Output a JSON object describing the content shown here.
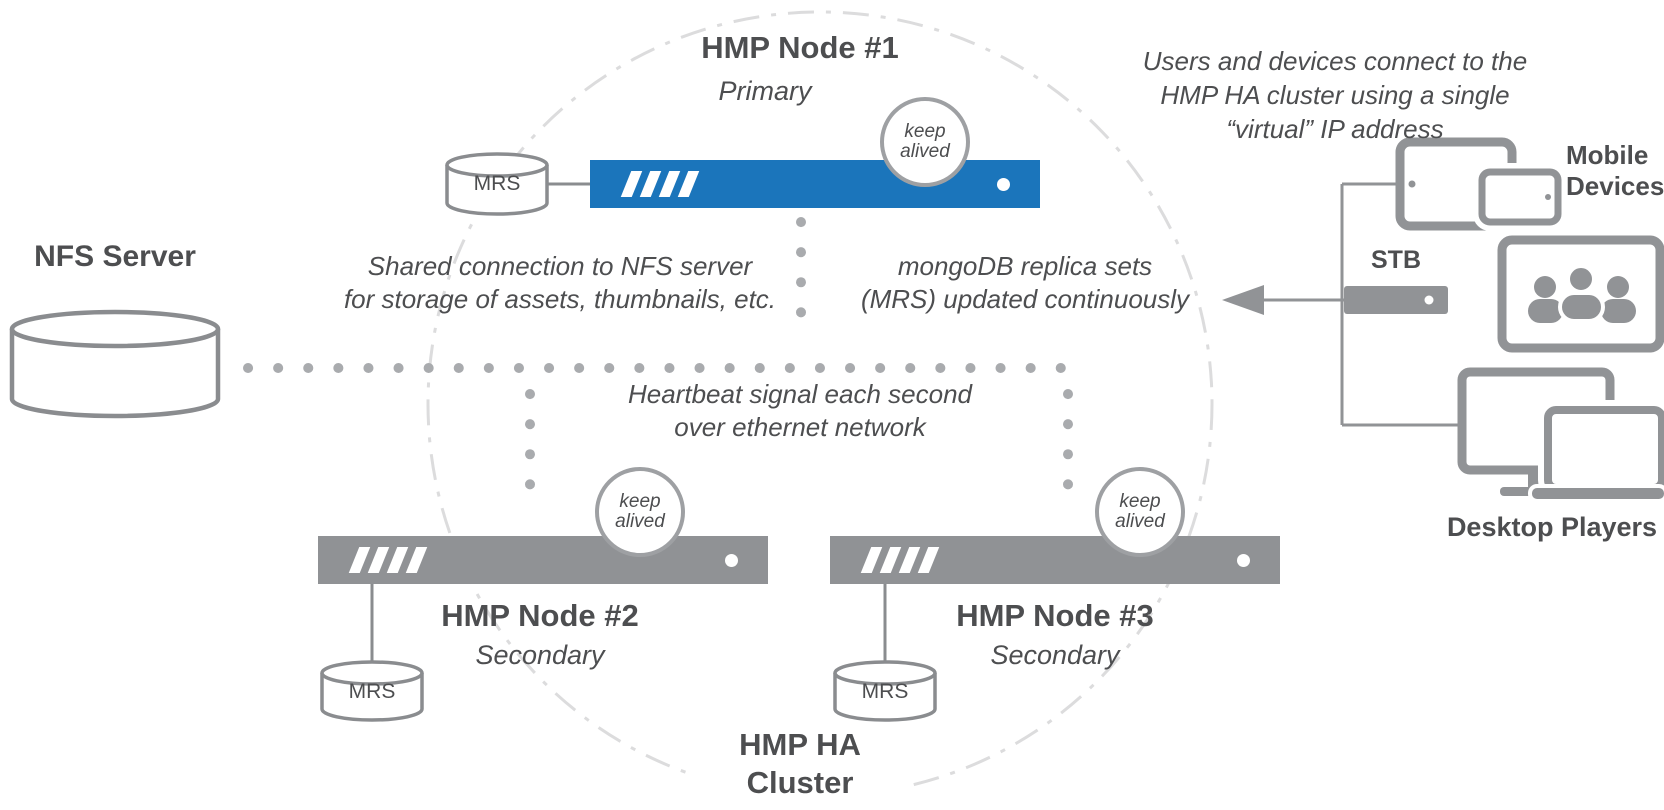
{
  "colors": {
    "blue": "#1b75bb",
    "bar_gray": "#909295",
    "icon_gray": "#919396",
    "dot_gray": "#a9abae",
    "circle_gray": "#dcdcdd",
    "cyl_gray": "#8a8c8f",
    "badge_gray": "#9ea0a3",
    "text": "#4d4e50"
  },
  "cluster": {
    "label_line1": "HMP HA",
    "label_line2": "Cluster"
  },
  "nfs": {
    "label": "NFS Server"
  },
  "nodes": [
    {
      "title": "HMP Node #1",
      "role": "Primary",
      "mrs_label": "MRS"
    },
    {
      "title": "HMP Node #2",
      "role": "Secondary",
      "mrs_label": "MRS"
    },
    {
      "title": "HMP Node #3",
      "role": "Secondary",
      "mrs_label": "MRS"
    }
  ],
  "badge": {
    "line1": "keep",
    "line2": "alived"
  },
  "annotations": {
    "shared_line1": "Shared connection to NFS server",
    "shared_line2": "for storage of assets, thumbnails, etc.",
    "mongo_line1": "mongoDB replica sets",
    "mongo_line2": "(MRS) updated continuously",
    "heartbeat_line1": "Heartbeat signal each second",
    "heartbeat_line2": "over ethernet network",
    "users_line1": "Users and devices connect to the",
    "users_line2": "HMP HA cluster using a single",
    "users_line3": "“virtual” IP address"
  },
  "devices": {
    "mobile_label_line1": "Mobile",
    "mobile_label_line2": "Devices",
    "stb_label": "STB",
    "desktop_label": "Desktop Players"
  },
  "icons": {
    "nfs": "database-cylinder",
    "mrs": "database-cylinder",
    "keepalived": "circle-badge",
    "server": "rack-server-bar",
    "mobile": "tablet-and-phone",
    "stb": "set-top-box",
    "tv_audience": "tv-with-audience",
    "desktop": "monitor-and-laptop",
    "virtual_ip": "left-arrow"
  }
}
